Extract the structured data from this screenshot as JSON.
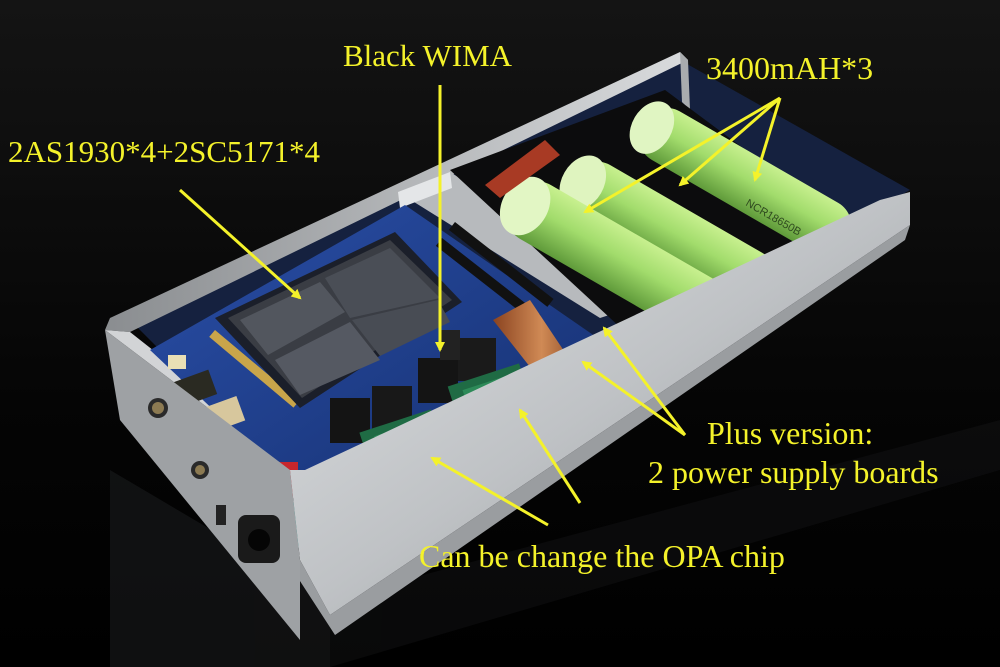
{
  "annotations": {
    "black_wima": "Black WIMA",
    "batteries": "3400mAH*3",
    "transistors": "2AS1930*4+2SC5171*4",
    "plus_version_line1": "Plus version:",
    "plus_version_line2": "2 power supply boards",
    "opa_chip": "Can be change the OPA chip"
  },
  "battery_print": "NCR18650B",
  "colors": {
    "annotation": "#f4f22a",
    "background": "#000000",
    "enclosure": "#c9ccce",
    "pcb": "#1f3f8f",
    "battery": "#9fd86a"
  }
}
